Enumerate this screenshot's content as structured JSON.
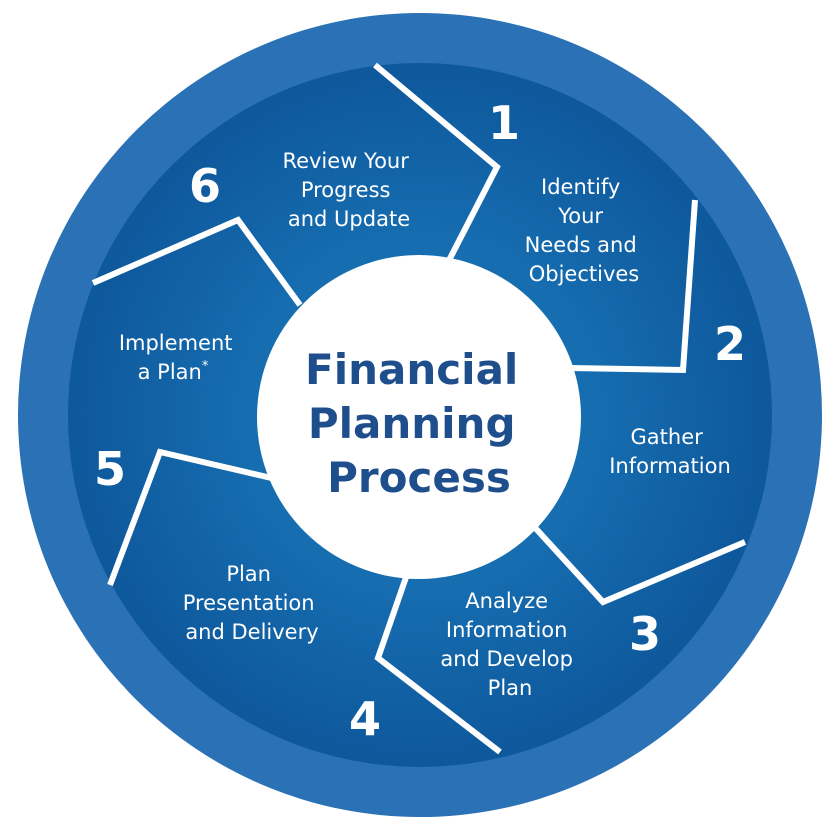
{
  "title_lines": [
    "Financial",
    "Planning",
    "Process"
  ],
  "steps": [
    {
      "number": "1",
      "label_lines": [
        "Identify",
        "Your",
        "Needs and",
        "Objectives"
      ]
    },
    {
      "number": "2",
      "label_lines": [
        "Gather",
        "Information"
      ]
    },
    {
      "number": "3",
      "label_lines": [
        "Analyze",
        "Information",
        "and Develop",
        "Plan"
      ]
    },
    {
      "number": "4",
      "label_lines": [
        "Plan",
        "Presentation",
        "and Delivery"
      ]
    },
    {
      "number": "5",
      "label_lines": [
        "Implement",
        "a Plan"
      ],
      "label_note": "*"
    },
    {
      "number": "6",
      "label_lines": [
        "Review Your",
        "Progress",
        "and Update"
      ]
    }
  ],
  "colors": {
    "ring": "#2a72b5",
    "segment_light": "#1d7fc0",
    "segment_dark": "#0b4f93",
    "divider": "#ffffff",
    "title": "#1f4e8c"
  }
}
